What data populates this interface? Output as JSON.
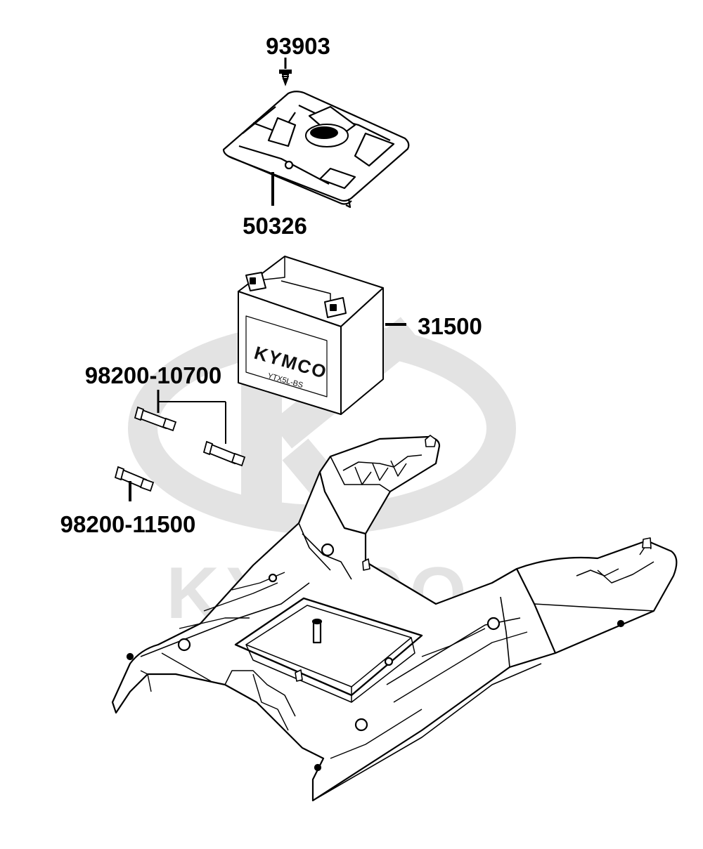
{
  "watermark": {
    "brand": "KYMCO",
    "color": "#e3e3e3"
  },
  "labels": {
    "screw": "93903",
    "battery_cover": "50326",
    "battery": "31500",
    "fuse_10a": "98200-10700",
    "fuse_15a": "98200-11500"
  },
  "battery": {
    "brand": "KYMCO",
    "model": "YTX5L-BS"
  },
  "colors": {
    "line": "#000000",
    "background": "#ffffff"
  }
}
